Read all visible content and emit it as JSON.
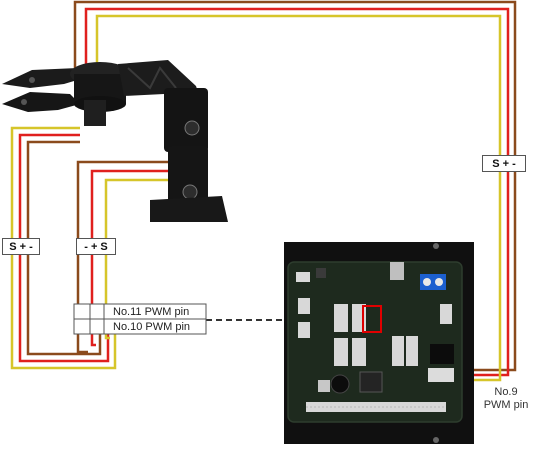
{
  "labels": {
    "left_servo": "S + -",
    "middle_servo": "- + S",
    "right_servo": "S + -"
  },
  "pins": {
    "pin11": "No.11 PWM pin",
    "pin10": "No.10 PWM pin",
    "pin9_line1": "No.9",
    "pin9_line2": "PWM pin"
  },
  "colors": {
    "signal_wire": "#d6c52a",
    "power_wire": "#e0201e",
    "ground_wire": "#8b4a1c",
    "board": "#1a1a1a",
    "highlight": "#e00000"
  },
  "icons": {
    "robot_arm": "robot-arm-icon",
    "controller_board": "controller-board-icon"
  }
}
